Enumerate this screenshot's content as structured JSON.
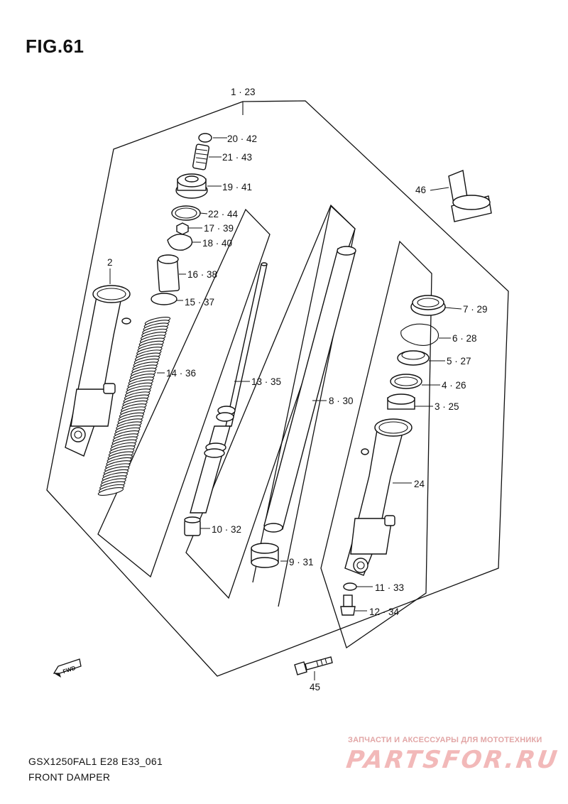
{
  "figure": {
    "title": "FIG.61",
    "model_code": "GSX1250FAL1 E28 E33_061",
    "name": "FRONT DAMPER"
  },
  "callouts": {
    "c1": "1 · 23",
    "c2": "2",
    "c3": "3 · 25",
    "c4": "4 · 26",
    "c5": "5 · 27",
    "c6": "6 · 28",
    "c7": "7 · 29",
    "c8": "8 · 30",
    "c9": "9 · 31",
    "c10": "10 · 32",
    "c11": "11 · 33",
    "c12": "12 · 34",
    "c13": "13 · 35",
    "c14": "14 · 36",
    "c15": "15 · 37",
    "c16": "16 · 38",
    "c17": "17 · 39",
    "c18": "18 · 40",
    "c19": "19 · 41",
    "c20": "20 · 42",
    "c21": "21 · 43",
    "c22": "22 · 44",
    "c24": "24",
    "c45": "45",
    "c46": "46"
  },
  "fwd_label": "FWD",
  "watermark": {
    "tagline": "ЗАПЧАСТИ И АКСЕССУАРЫ ДЛЯ МОТОТЕХНИКИ",
    "brand": "PARTSFOR.RU",
    "color": "#f2b9b9"
  }
}
